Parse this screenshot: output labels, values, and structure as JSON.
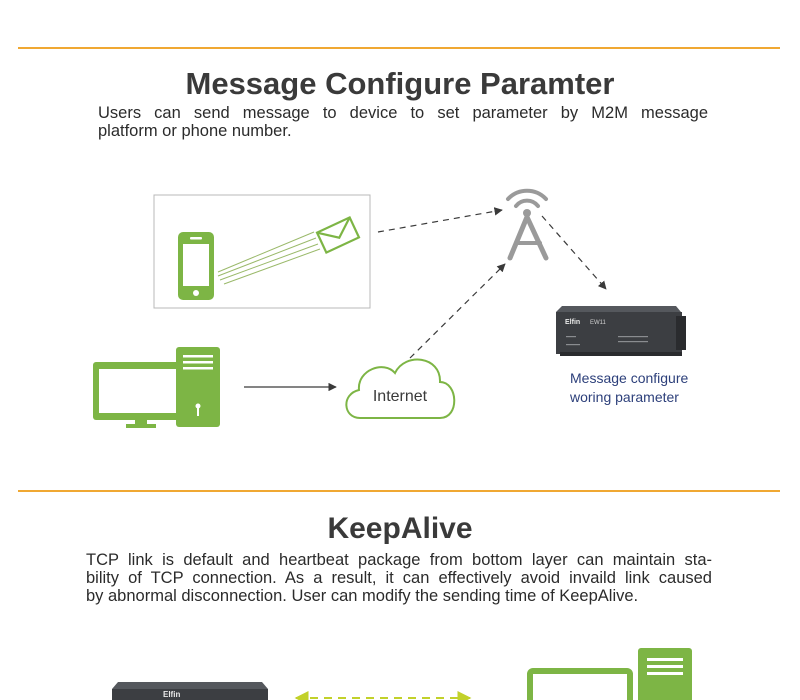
{
  "section1": {
    "title": "Message Configure Paramter",
    "desc_lines": [
      "Users can send message to device to set parameter by M2M message",
      "platform or phone number."
    ],
    "internet_label": "Internet",
    "device_caption_lines": [
      "Message configure",
      "woring parameter"
    ],
    "device_brand": "Elfin",
    "device_model": "EW11"
  },
  "section2": {
    "title": "KeepAlive",
    "desc_lines": [
      "TCP link is default and heartbeat package from bottom layer can maintain sta-",
      "bility of TCP connection. As a result, it can effectively avoid invaild link caused",
      "by abnormal disconnection. User can modify the sending time of KeepAlive."
    ],
    "device_brand": "Elfin"
  },
  "colors": {
    "accent_rule": "#f0a832",
    "icon_green": "#7db545",
    "tower_gray": "#9a9a9a",
    "caption_blue": "#2c3f7a",
    "device_dark": "#3c3e42"
  },
  "icons": [
    "phone-icon",
    "envelope-icon",
    "tower-icon",
    "computer-icon",
    "cloud-icon",
    "device-icon"
  ]
}
